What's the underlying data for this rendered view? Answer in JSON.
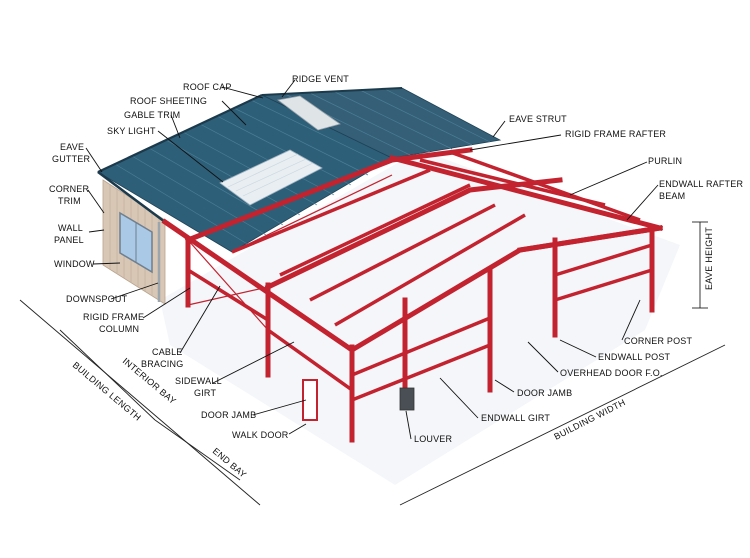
{
  "labels": {
    "roof_cap": "ROOF CAP",
    "ridge_vent": "RIDGE VENT",
    "roof_sheeting": "ROOF SHEETING",
    "gable_trim": "GABLE TRIM",
    "sky_light": "SKY LIGHT",
    "eave_gutter_1": "EAVE",
    "eave_gutter_2": "GUTTER",
    "corner_trim_1": "CORNER",
    "corner_trim_2": "TRIM",
    "wall_panel_1": "WALL",
    "wall_panel_2": "PANEL",
    "window": "WINDOW",
    "downspout": "DOWNSPOUT",
    "rigid_frame_column_1": "RIGID FRAME",
    "rigid_frame_column_2": "COLUMN",
    "cable_bracing_1": "CABLE",
    "cable_bracing_2": "BRACING",
    "sidewall_girt_1": "SIDEWALL",
    "sidewall_girt_2": "GIRT",
    "door_jamb_left": "DOOR JAMB",
    "walk_door": "WALK DOOR",
    "eave_strut": "EAVE STRUT",
    "rigid_frame_rafter": "RIGID FRAME RAFTER",
    "purlin": "PURLIN",
    "endwall_rafter_beam_1": "ENDWALL RAFTER",
    "endwall_rafter_beam_2": "BEAM",
    "eave_height": "EAVE HEIGHT",
    "corner_post": "CORNER POST",
    "endwall_post": "ENDWALL POST",
    "overhead_door": "OVERHEAD DOOR F.O.",
    "door_jamb_right": "DOOR JAMB",
    "endwall_girt": "ENDWALL GIRT",
    "louver": "LOUVER",
    "building_length": "BUILDING LENGTH",
    "interior_bay": "INTERIOR BAY",
    "end_bay": "END BAY",
    "building_width": "BUILDING WIDTH"
  },
  "colors": {
    "steel": "#c3222f",
    "roof": "#2e5f79",
    "wall_panel": "#d9c7b5"
  }
}
